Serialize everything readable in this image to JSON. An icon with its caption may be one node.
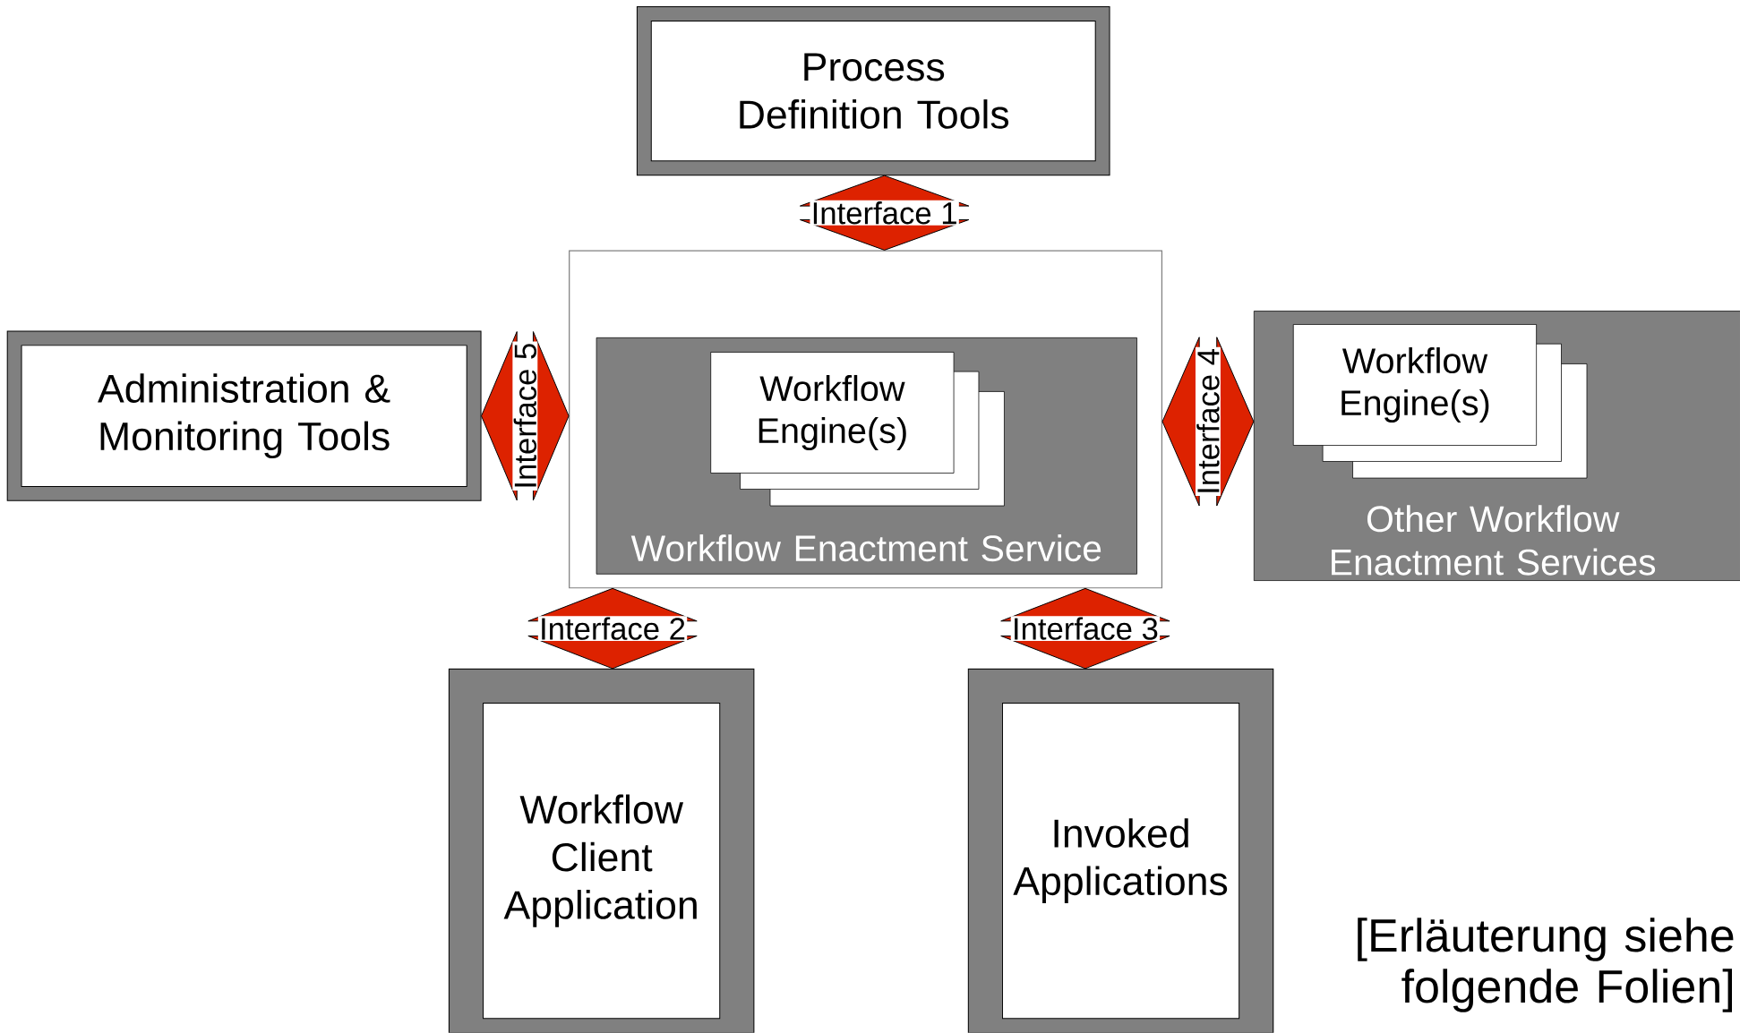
{
  "diagram": {
    "nodes": [
      {
        "text": [
          "Process Definition Tools"
        ]
      },
      {
        "text": [],
        "shape": "box"
      },
      {
        "text": [
          "Workflow Enactment Service"
        ],
        "in": 1
      },
      {
        "text": [
          "Workflow Engine(s)"
        ],
        "in": 2
      },
      {
        "text": [
          "Administration & Monitoring Tools"
        ]
      },
      {
        "text": [
          "Other Workflow Enactment Services"
        ]
      },
      {
        "text": [
          "Workflow Engine(s)"
        ],
        "in": 5
      },
      {
        "text": [
          "Workflow Client Application"
        ]
      },
      {
        "text": [
          "Invoked Applications"
        ]
      }
    ],
    "edges": [
      {
        "from": 0,
        "to": 1,
        "arrow": "both",
        "label": "Interface 1"
      },
      {
        "from": 1,
        "to": 7,
        "arrow": "both",
        "label": "Interface 2"
      },
      {
        "from": 1,
        "to": 8,
        "arrow": "both",
        "label": "Interface 3"
      },
      {
        "from": 1,
        "to": 5,
        "arrow": "both",
        "label": "Interface 4"
      },
      {
        "from": 4,
        "to": 1,
        "arrow": "both",
        "label": "Interface 5"
      }
    ],
    "labels": [
      "[Erläuterung siehe folgende Folien]"
    ]
  }
}
